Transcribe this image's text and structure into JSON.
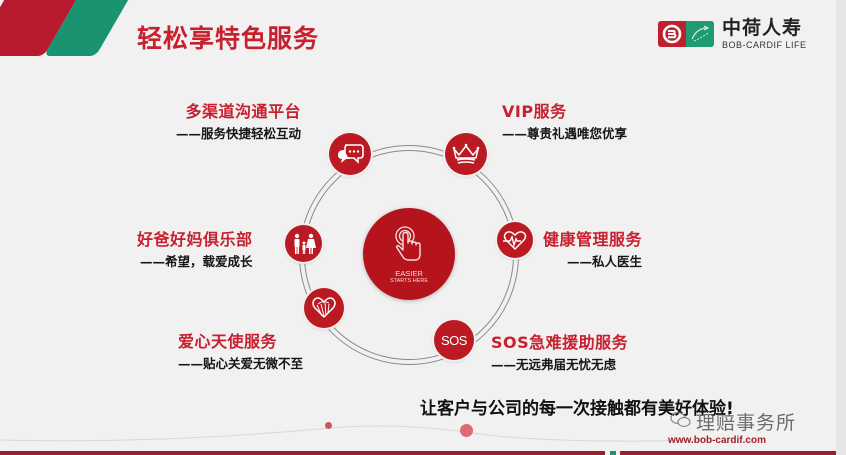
{
  "header": {
    "title": "轻松享特色服务",
    "brand_cn": "中荷人寿",
    "brand_en": "BOB-CARDIF LIFE"
  },
  "center": {
    "icon": "hand-touch-icon",
    "line1": "EASIER",
    "line2": "STARTS HERE"
  },
  "services": [
    {
      "title": "多渠道沟通平台",
      "subtitle": "——服务快捷轻松互动",
      "icon": "chat-bubbles-icon"
    },
    {
      "title": "VIP服务",
      "subtitle": "——尊贵礼遇唯您优享",
      "icon": "crown-icon"
    },
    {
      "title": "好爸好妈俱乐部",
      "subtitle": "——希望，载爱成长",
      "icon": "family-icon"
    },
    {
      "title": "健康管理服务",
      "subtitle": "——私人医生",
      "icon": "heart-pulse-icon"
    },
    {
      "title": "爱心天使服务",
      "subtitle": "——贴心关爱无微不至",
      "icon": "heart-parachute-icon"
    },
    {
      "title": "SOS急难援助服务",
      "subtitle": "——无远弗届无忧无虑",
      "icon": "sos-icon",
      "icon_text": "SOS"
    }
  ],
  "footer": {
    "slogan": "让客户与公司的每一次接触都有美好体验!",
    "url": "www.bob-cardif.com",
    "watermark": "理赔事务所"
  },
  "colors": {
    "brand_red": "#c8202f",
    "brand_green": "#1a9470",
    "node_red": "#bb1a22",
    "background": "#f1f1f1"
  }
}
